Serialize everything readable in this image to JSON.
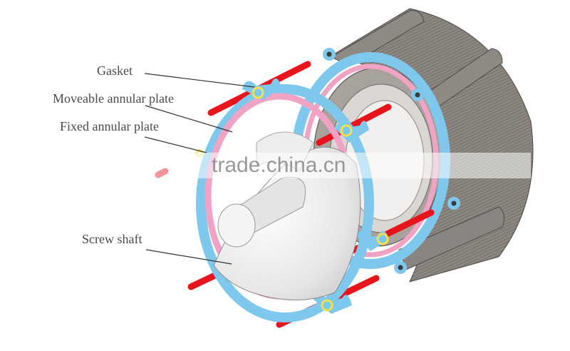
{
  "diagram": {
    "labels": [
      {
        "id": "gasket",
        "text": "Gasket"
      },
      {
        "id": "moveable",
        "text": "Moveable annular plate"
      },
      {
        "id": "fixed",
        "text": "Fixed annular plate"
      },
      {
        "id": "screw",
        "text": "Screw shaft"
      }
    ],
    "watermark": "trade.china.cn",
    "colors": {
      "plate_blue": "#7ec8ee",
      "plate_pink": "#f0a3c4",
      "rod_red": "#e8141c",
      "gasket_yellow": "#f3e14a",
      "housing_gray": "#8a8480",
      "screw_white": "#ececec",
      "leader_line": "#333333"
    }
  }
}
